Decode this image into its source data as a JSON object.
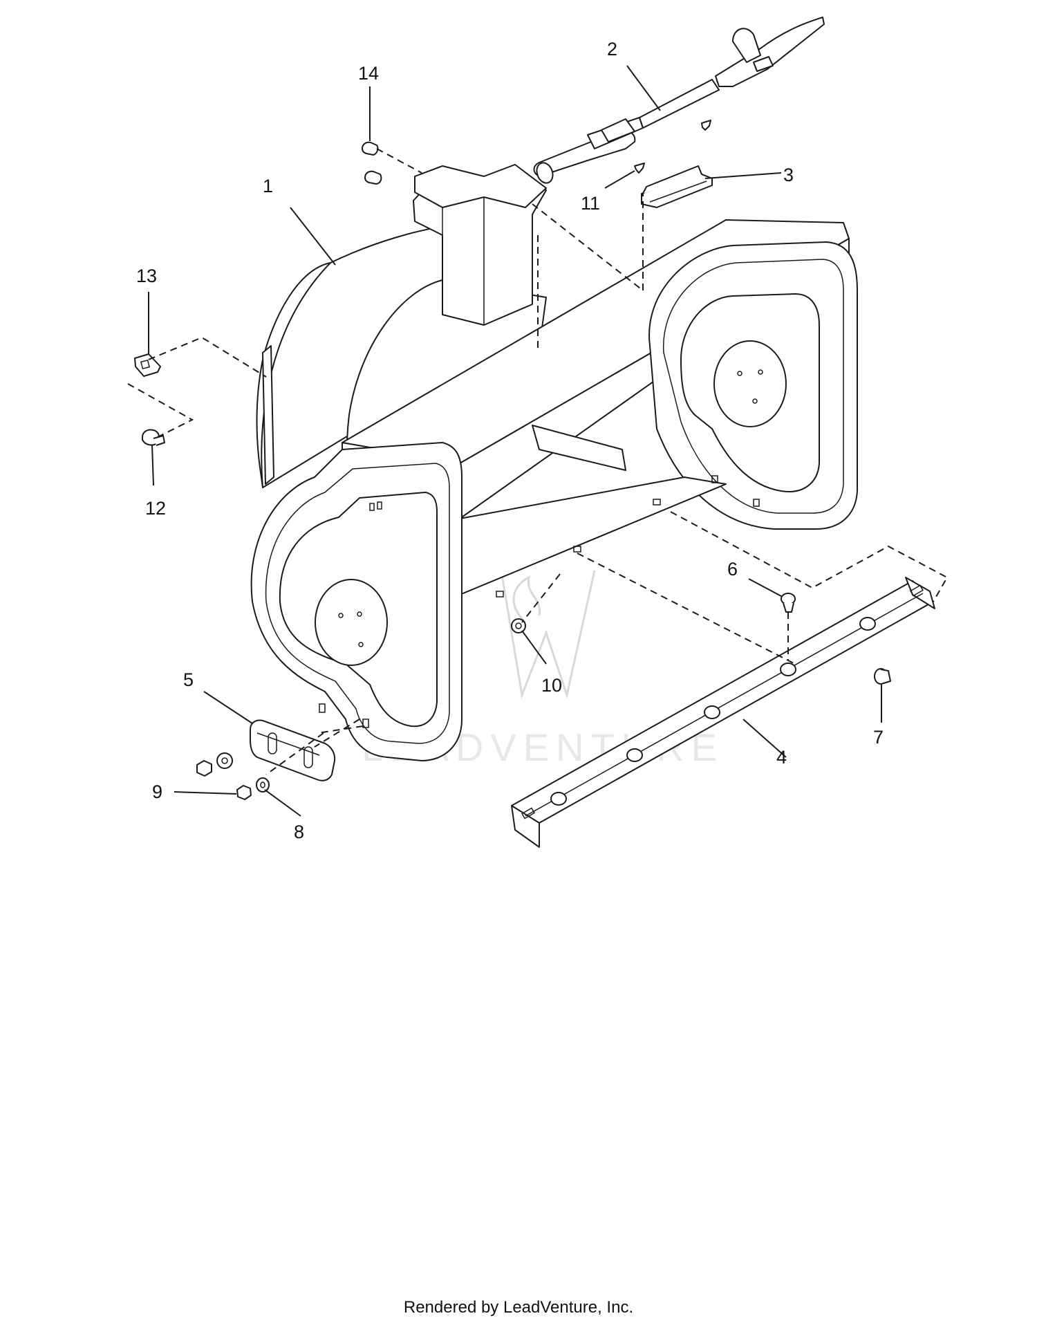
{
  "callouts": [
    {
      "id": "1",
      "label": "1"
    },
    {
      "id": "2",
      "label": "2"
    },
    {
      "id": "3",
      "label": "3"
    },
    {
      "id": "4",
      "label": "4"
    },
    {
      "id": "5",
      "label": "5"
    },
    {
      "id": "6",
      "label": "6"
    },
    {
      "id": "7",
      "label": "7"
    },
    {
      "id": "8",
      "label": "8"
    },
    {
      "id": "9",
      "label": "9"
    },
    {
      "id": "10",
      "label": "10"
    },
    {
      "id": "11",
      "label": "11"
    },
    {
      "id": "12",
      "label": "12"
    },
    {
      "id": "13",
      "label": "13"
    },
    {
      "id": "14",
      "label": "14"
    }
  ],
  "watermark": {
    "text": "LEADVENTURE",
    "color": "#cfcfcf"
  },
  "footer": {
    "text": "Rendered by LeadVenture, Inc."
  },
  "colors": {
    "line": "#1a1a1a",
    "background": "#ffffff"
  }
}
